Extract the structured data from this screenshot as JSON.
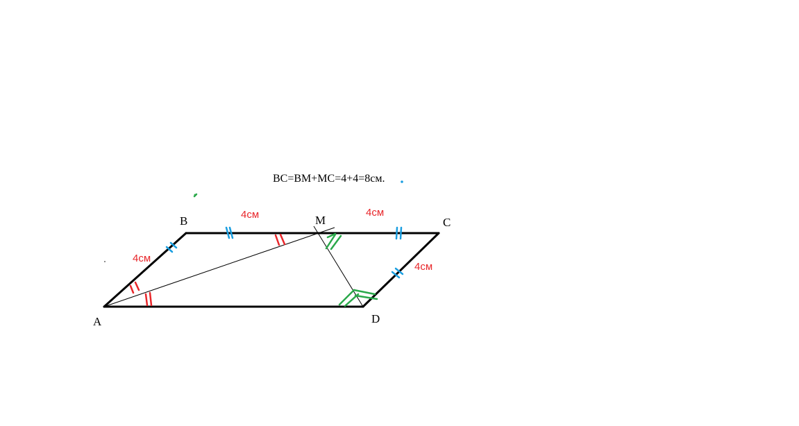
{
  "formula": "BC=BM+MC=4+4=8см.",
  "vertices": {
    "A": "A",
    "B": "B",
    "C": "C",
    "D": "D",
    "M": "M"
  },
  "lengths": {
    "AB": "4см",
    "BM": "4см",
    "MC": "4см",
    "CD": "4см"
  },
  "colors": {
    "lines": "#000000",
    "length_text": "#e8262a",
    "red_marks": "#e8262a",
    "blue_marks": "#1a9ee0",
    "green_marks": "#2aa84a"
  }
}
